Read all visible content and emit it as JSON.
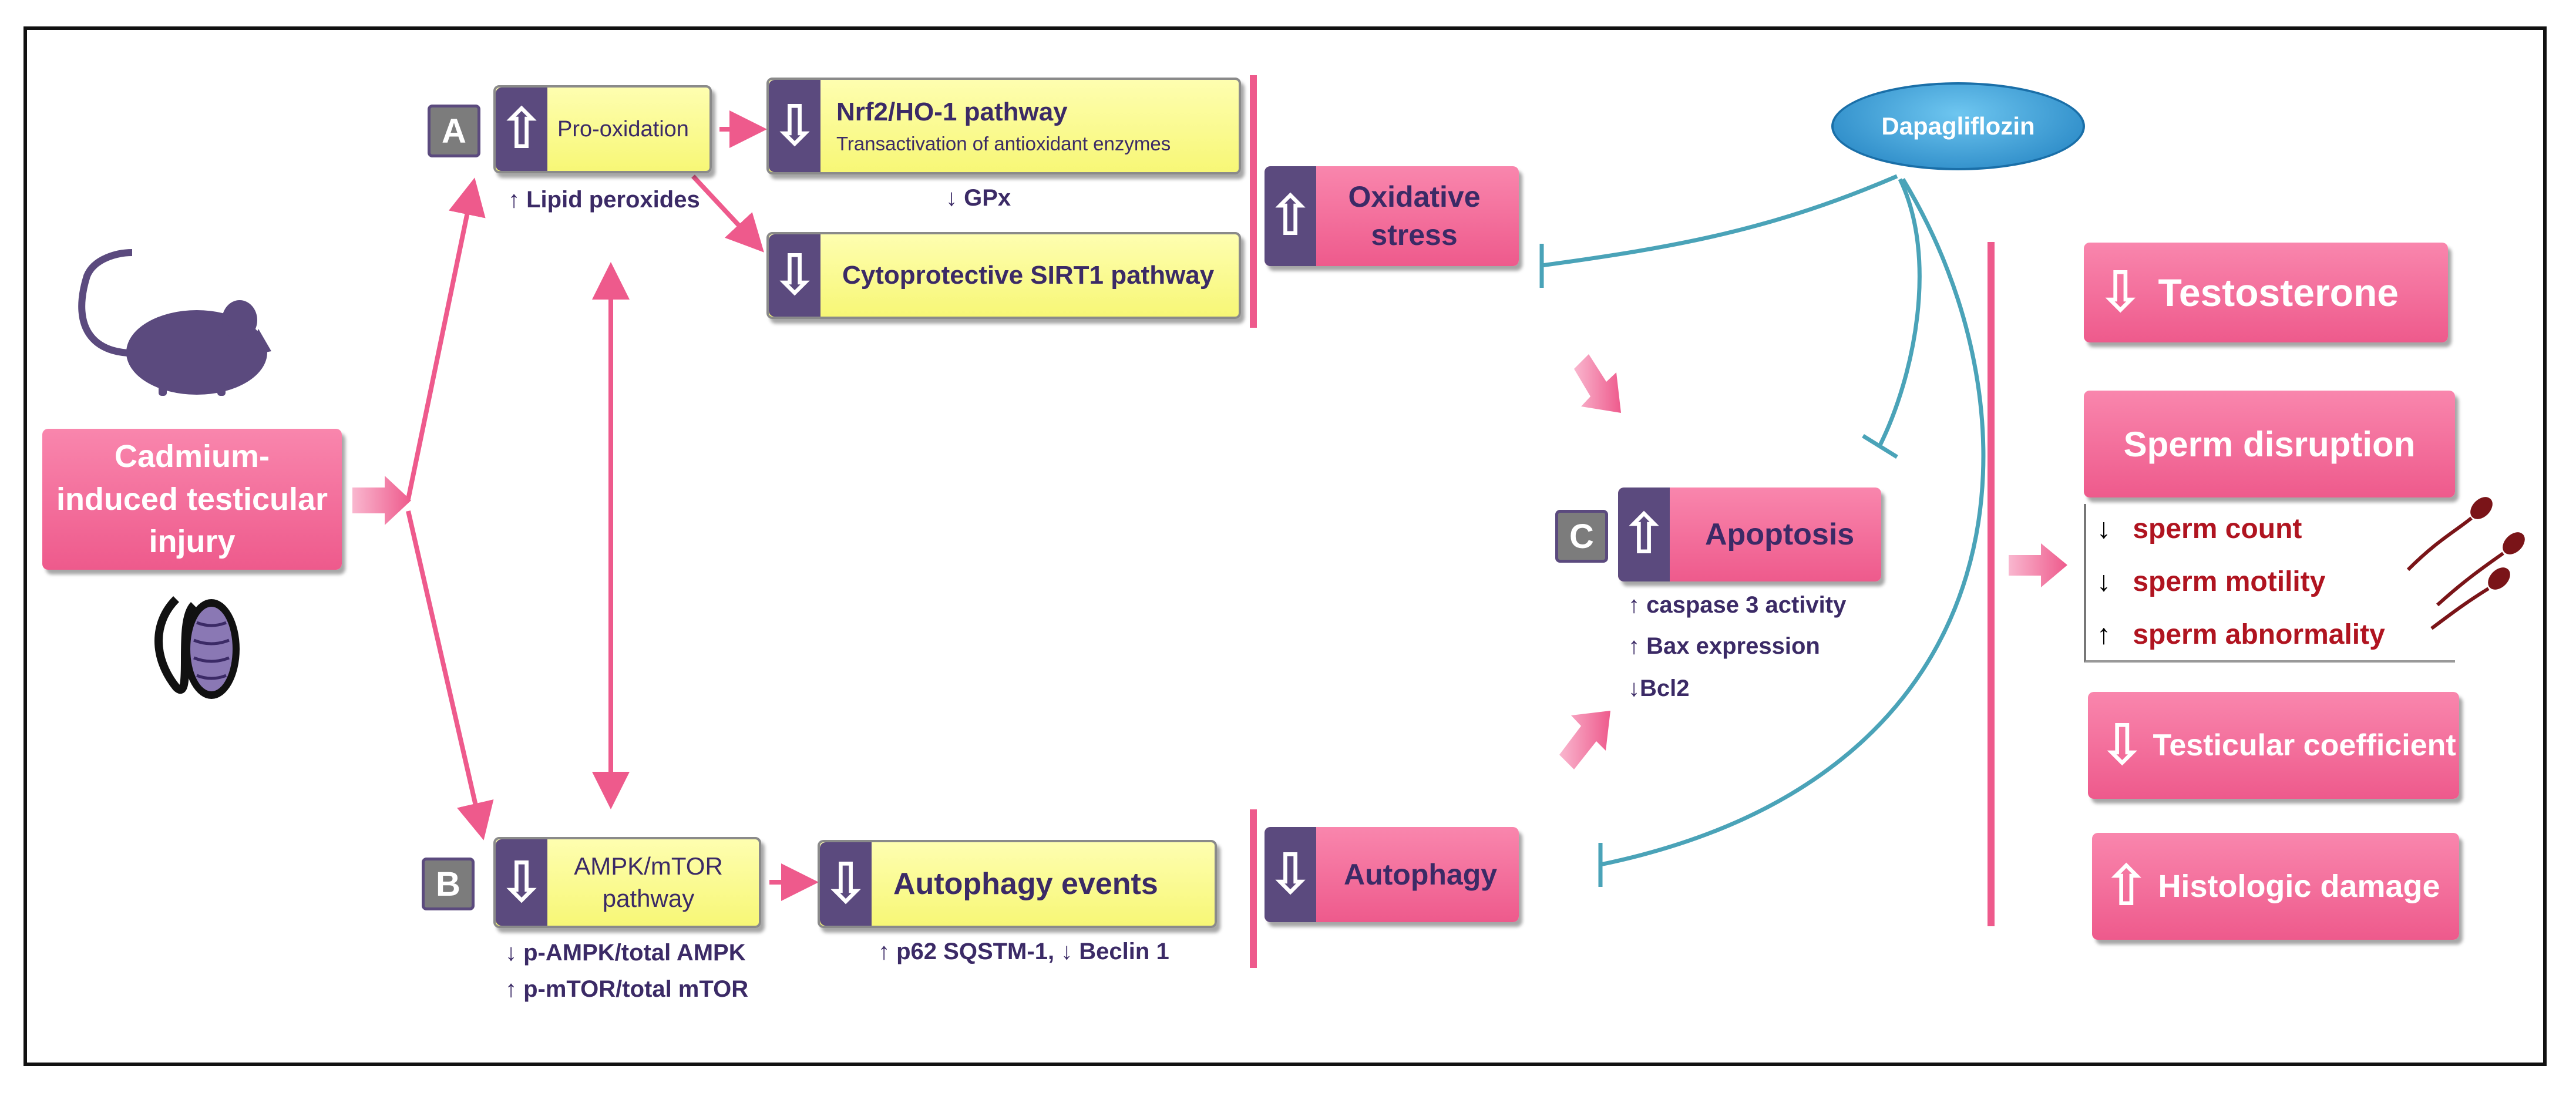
{
  "main": {
    "cause": "Cadmium-induced testicular injury",
    "drug": "Dapagliflozin",
    "branch_labels": {
      "a": "A",
      "b": "B",
      "c": "C"
    },
    "pathway_a": {
      "pro_oxidation": "Pro-oxidation",
      "lipid": "↑ Lipid peroxides",
      "nrf2_title": "Nrf2/HO-1 pathway",
      "nrf2_sub": "Transactivation of antioxidant enzymes",
      "gpx": "↓ GPx",
      "sirt1": "Cytoprotective SIRT1 pathway",
      "oxidative": "Oxidative stress"
    },
    "pathway_b": {
      "ampk": "AMPK/mTOR pathway",
      "ampk_note1": "↓ p-AMPK/total AMPK",
      "ampk_note2": "↑ p-mTOR/total mTOR",
      "autophagy_events": "Autophagy events",
      "autophagy_note": "↑ p62 SQSTM-1, ↓ Beclin 1",
      "autophagy": "Autophagy"
    },
    "pathway_c": {
      "apoptosis": "Apoptosis",
      "note1": "↑ caspase 3 activity",
      "note2": "↑ Bax expression",
      "note3": "↓Bcl2"
    },
    "outcomes": {
      "testosterone": "Testosterone",
      "sperm_disruption": "Sperm disruption",
      "sperm_count": "sperm count",
      "sperm_motility": "sperm motility",
      "sperm_abnormality": "sperm abnormality",
      "testicular_coefficient": "Testicular coefficient",
      "histologic_damage": "Histologic damage"
    }
  },
  "colors": {
    "pink": "#ee5a8c",
    "yellow": "#f7f776",
    "purple": "#5b4a7e",
    "teal": "#4aa3b8",
    "red_text": "#b01420",
    "drug_blue": "#2a8fc9"
  },
  "icons": [
    "mouse-icon",
    "testis-icon",
    "sperm-icon",
    "up-arrow-icon",
    "down-arrow-icon"
  ]
}
